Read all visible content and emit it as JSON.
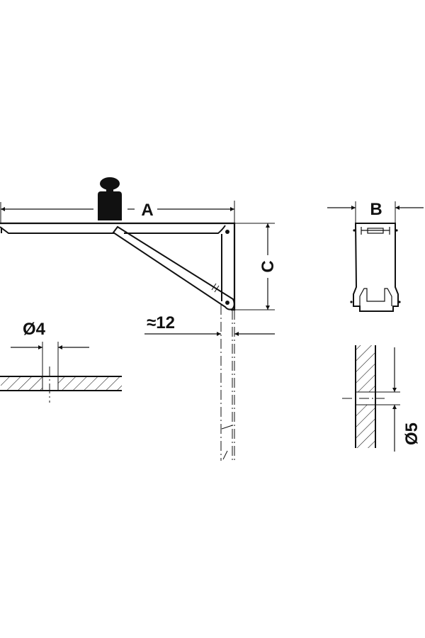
{
  "labels": {
    "dim_a": "A",
    "dim_b": "B",
    "dim_c": "C",
    "hole_screw": "Ø4",
    "offset": "≈12",
    "hole_wall": "Ø5"
  },
  "colors": {
    "line": "#111111",
    "background": "#ffffff"
  }
}
